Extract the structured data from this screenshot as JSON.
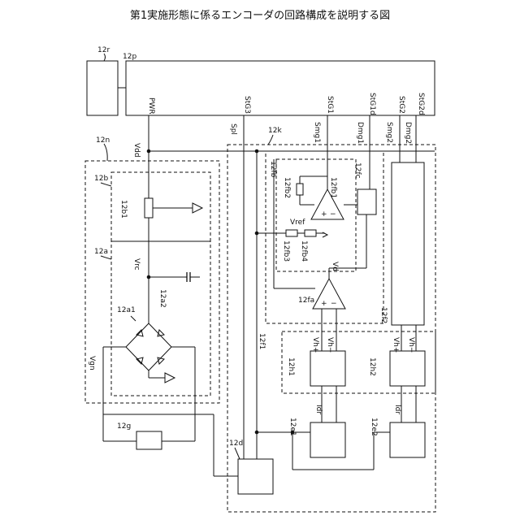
{
  "title": "第1実施形態に係るエンコーダの回路構成を説明する図",
  "labels": {
    "r12r": "12r",
    "r12p": "12p",
    "r12n": "12n",
    "r12b": "12b",
    "r12b1": "12b1",
    "r12a": "12a",
    "r12a1": "12a1",
    "r12a2": "12a2",
    "r12g": "12g",
    "r12d": "12d",
    "r12k": "12k",
    "r12fb": "12fb",
    "r12fb1": "12fb1",
    "r12fb2": "12fb2",
    "r12fb3": "12fb3",
    "r12fb4": "12fb4",
    "r12fc": "12fc",
    "r12fa": "12fa",
    "r12f1": "12f1",
    "r12f2": "12f2",
    "r12h1": "12h1",
    "r12h2": "12h2",
    "r12e1": "12e1",
    "r12e2": "12e2",
    "pwr": "PWR",
    "stg3": "StG3",
    "stg1": "StG1",
    "stg1d": "StG1d",
    "stg2": "StG2",
    "stg2d": "StG2d",
    "vdd": "Vdd",
    "vrc": "Vrc",
    "vgn": "Vgn",
    "vref": "Vref",
    "vd": "Vd",
    "spl": "Spl",
    "smg1": "Smg1",
    "dmg1": "Dmg1",
    "smg2": "Smg2",
    "dmg2": "Dmg2",
    "vhp": "Vh+",
    "vhm": "Vh−",
    "idr": "Idr",
    "plus": "+",
    "minus": "−"
  }
}
